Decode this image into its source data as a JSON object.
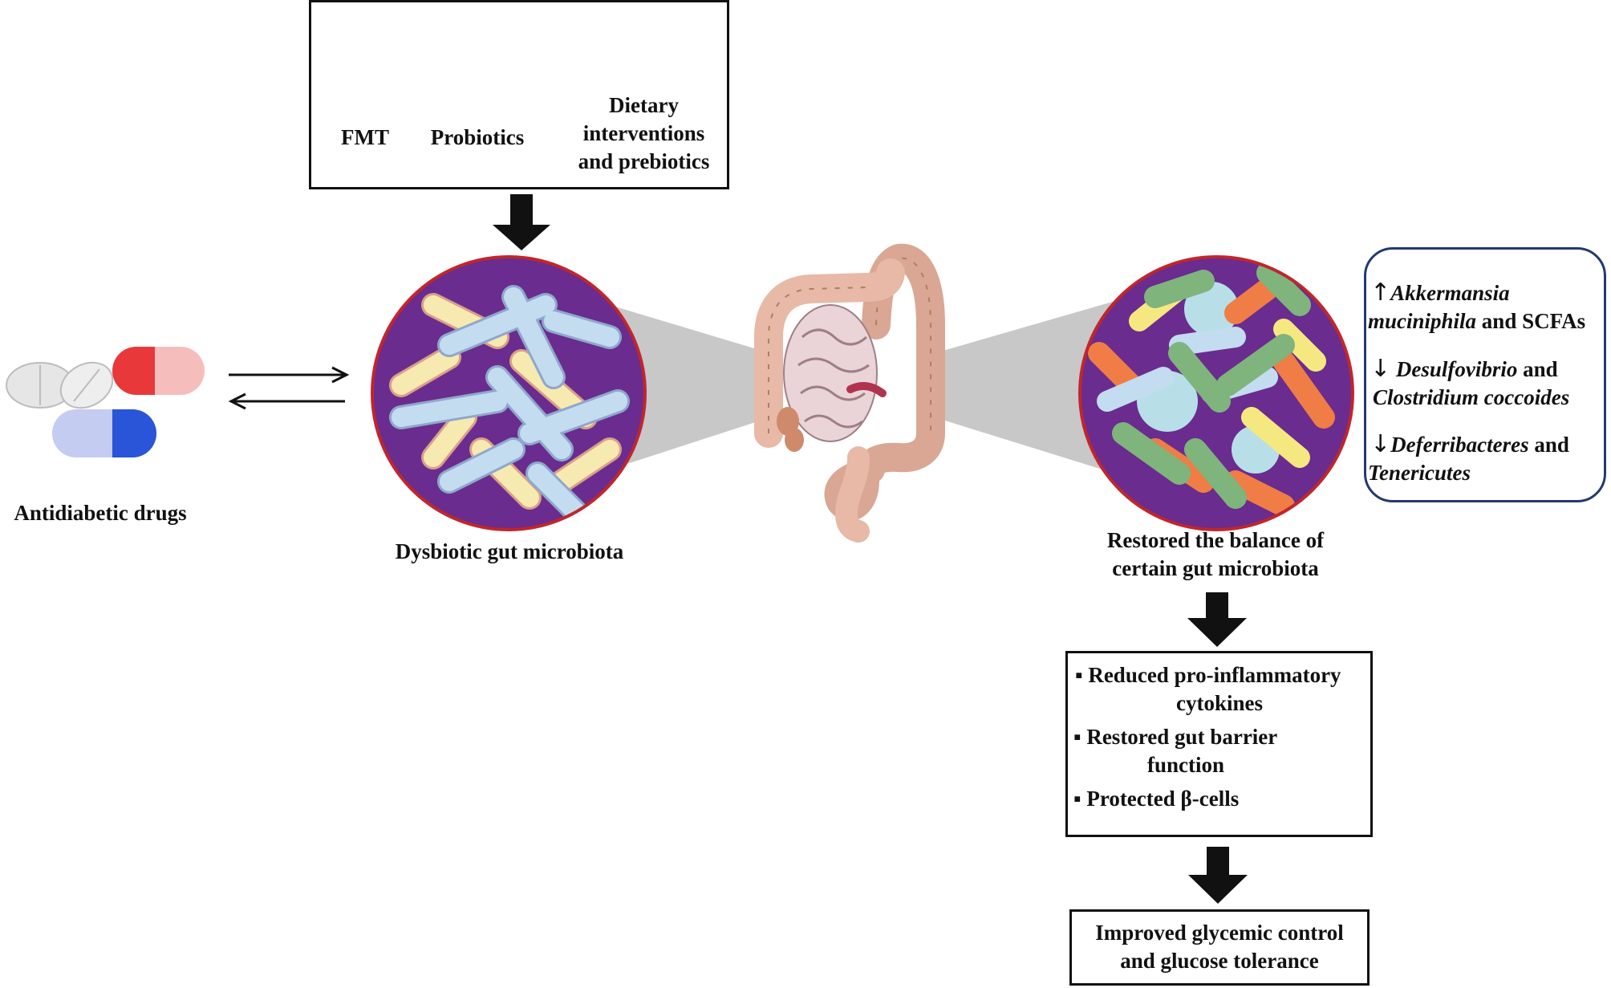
{
  "interventions": {
    "fmt_label": "FMT",
    "probiotics_label": "Probiotics",
    "dietary_label_1": "Dietary",
    "dietary_label_2": "interventions",
    "dietary_label_3": "and prebiotics"
  },
  "drugs": {
    "label": "Antidiabetic drugs"
  },
  "dysbiotic": {
    "label": "Dysbiotic gut microbiota"
  },
  "restored": {
    "label_1": "Restored the balance of",
    "label_2": "certain gut microbiota"
  },
  "changes": {
    "up_arrow": "↑",
    "down_arrow": "↓",
    "line1_italic": "Akkermansia",
    "line2_italic": "muciniphila",
    "line2_rest": "and SCFAs",
    "line3_italic": "Desulfovibrio",
    "line3_rest": "and",
    "line4_italic": "Clostridium coccoides",
    "line5_italic": "Deferribacteres",
    "line5_rest": "and",
    "line6_italic": "Tenericutes"
  },
  "effects": {
    "bullet": "▪",
    "item1_line1": "Reduced pro-inflammatory",
    "item1_line2": "cytokines",
    "item2_line1": "Restored gut barrier",
    "item2_line2": "function",
    "item3_line1": "Protected β-cells"
  },
  "outcome": {
    "line1": "Improved glycemic control",
    "line2": "and glucose tolerance"
  },
  "colors": {
    "circle_fill": "#6a2c8e",
    "circle_stroke": "#c0262c",
    "rod_blue": "#c3dcef",
    "rod_yellow": "#f7eab0",
    "rod_orange": "#ef7d45",
    "rod_green": "#7fb47c",
    "arrow": "#111111",
    "cone": "#c8c8c8",
    "rounded_box_border": "#233a6e"
  }
}
